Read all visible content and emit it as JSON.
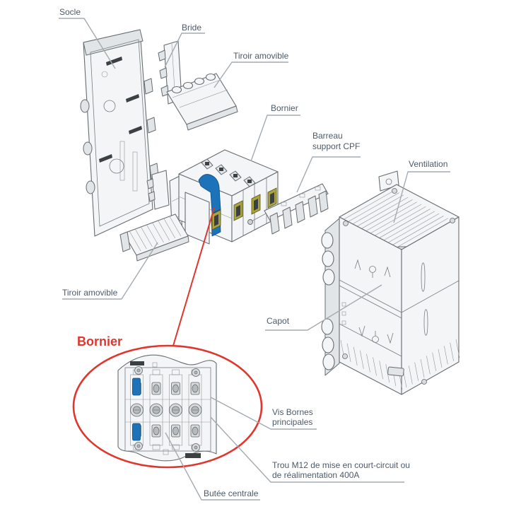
{
  "diagram": {
    "kind": "exploded-view-technical-diagram",
    "labels": {
      "socle": "Socle",
      "bride": "Bride",
      "tiroir_amovible_top": "Tiroir amovible",
      "bornier": "Bornier",
      "barreau_support_cpf": [
        "Barreau",
        "support CPF"
      ],
      "ventilation": "Ventilation",
      "capot": "Capot",
      "tiroir_amovible_bottom": "Tiroir amovible",
      "bornier_detail_title": "Bornier",
      "vis_bornes_principales": [
        "Vis Bornes",
        "principales"
      ],
      "trou_m12": [
        "Trou M12 de mise en court-circuit ou",
        "de réalimentation 400A"
      ],
      "butee_centrale": "Butée centrale"
    },
    "colors": {
      "label_text": "#4d5a68",
      "leader_line": "#a3abb1",
      "accent_red": "#e0362d",
      "part_blue": "#1d73b9",
      "part_yellow": "#a9a43e",
      "line_art": "#666d71",
      "background": "#ffffff"
    }
  }
}
